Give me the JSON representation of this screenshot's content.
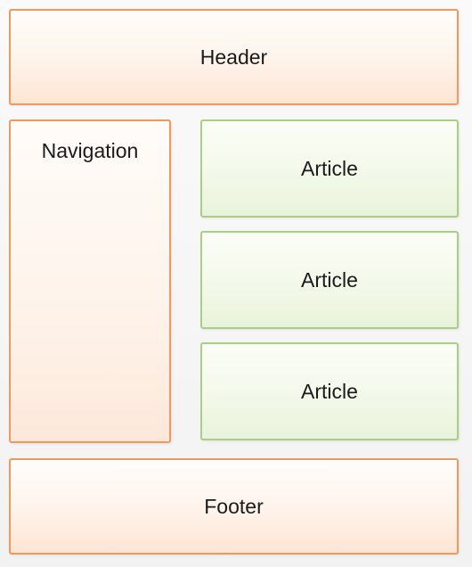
{
  "header": {
    "label": "Header"
  },
  "navigation": {
    "label": "Navigation"
  },
  "articles": [
    {
      "label": "Article"
    },
    {
      "label": "Article"
    },
    {
      "label": "Article"
    }
  ],
  "footer": {
    "label": "Footer"
  },
  "colors": {
    "orange_border": "#f0995c",
    "orange_fill": "#fef3ea",
    "green_border": "#a9cf82",
    "green_fill": "#f3f9ea"
  }
}
